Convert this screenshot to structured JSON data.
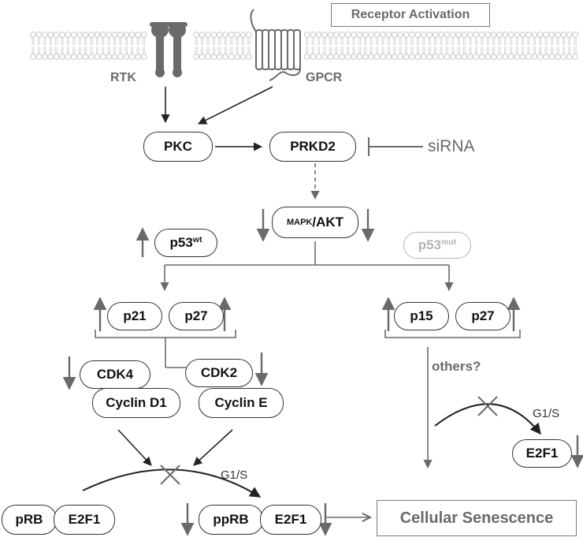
{
  "header": {
    "title": "Receptor Activation"
  },
  "receptors": {
    "rtk": "RTK",
    "gpcr": "GPCR"
  },
  "nodes": {
    "pkc": "PKC",
    "prkd2": "PRKD2",
    "sirna": "siRNA",
    "mapk": "MAPK",
    "akt": "/AKT",
    "p53wt_base": "p53",
    "p53wt_sup": "wt",
    "p53mut_base": "p53",
    "p53mut_sup": "mut",
    "p21": "p21",
    "p27_left": "p27",
    "p15": "p15",
    "p27_right": "p27",
    "cdk4": "CDK4",
    "cyclin_d1": "Cyclin D1",
    "cdk2": "CDK2",
    "cyclin_e": "Cyclin E",
    "others": "others?",
    "g1s_left": "G1/S",
    "g1s_right": "G1/S",
    "e2f1_right": "E2F1",
    "prb": "pRB",
    "e2f1_left": "E2F1",
    "pprb": "ppRB",
    "e2f1_mid": "E2F1",
    "senescence": "Cellular Senescence"
  },
  "colors": {
    "dark": "#333333",
    "gray": "#6a6a6a",
    "faded": "#b4b4b4",
    "membrane": "#c8c8c8"
  }
}
